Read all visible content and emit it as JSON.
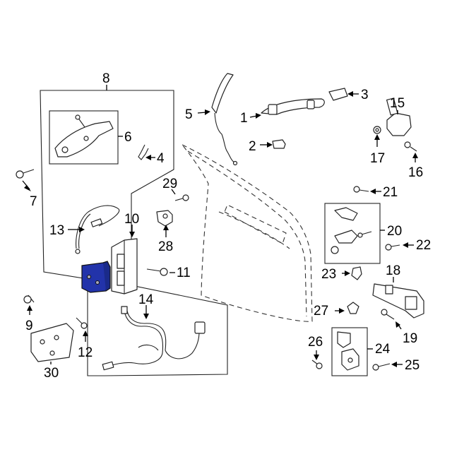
{
  "diagram": {
    "highlight_color": "#2233aa",
    "callouts": [
      {
        "id": "1",
        "label": "1"
      },
      {
        "id": "2",
        "label": "2"
      },
      {
        "id": "3",
        "label": "3"
      },
      {
        "id": "4",
        "label": "4"
      },
      {
        "id": "5",
        "label": "5"
      },
      {
        "id": "6",
        "label": "6"
      },
      {
        "id": "7",
        "label": "7"
      },
      {
        "id": "8",
        "label": "8"
      },
      {
        "id": "9",
        "label": "9"
      },
      {
        "id": "10",
        "label": "10"
      },
      {
        "id": "11",
        "label": "11"
      },
      {
        "id": "12",
        "label": "12"
      },
      {
        "id": "13",
        "label": "13"
      },
      {
        "id": "14",
        "label": "14"
      },
      {
        "id": "15",
        "label": "15"
      },
      {
        "id": "16",
        "label": "16"
      },
      {
        "id": "17",
        "label": "17"
      },
      {
        "id": "18",
        "label": "18"
      },
      {
        "id": "19",
        "label": "19"
      },
      {
        "id": "20",
        "label": "20"
      },
      {
        "id": "21",
        "label": "21"
      },
      {
        "id": "22",
        "label": "22"
      },
      {
        "id": "23",
        "label": "23"
      },
      {
        "id": "24",
        "label": "24"
      },
      {
        "id": "25",
        "label": "25"
      },
      {
        "id": "26",
        "label": "26"
      },
      {
        "id": "27",
        "label": "27"
      },
      {
        "id": "28",
        "label": "28"
      },
      {
        "id": "29",
        "label": "29"
      },
      {
        "id": "30",
        "label": "30"
      }
    ]
  }
}
